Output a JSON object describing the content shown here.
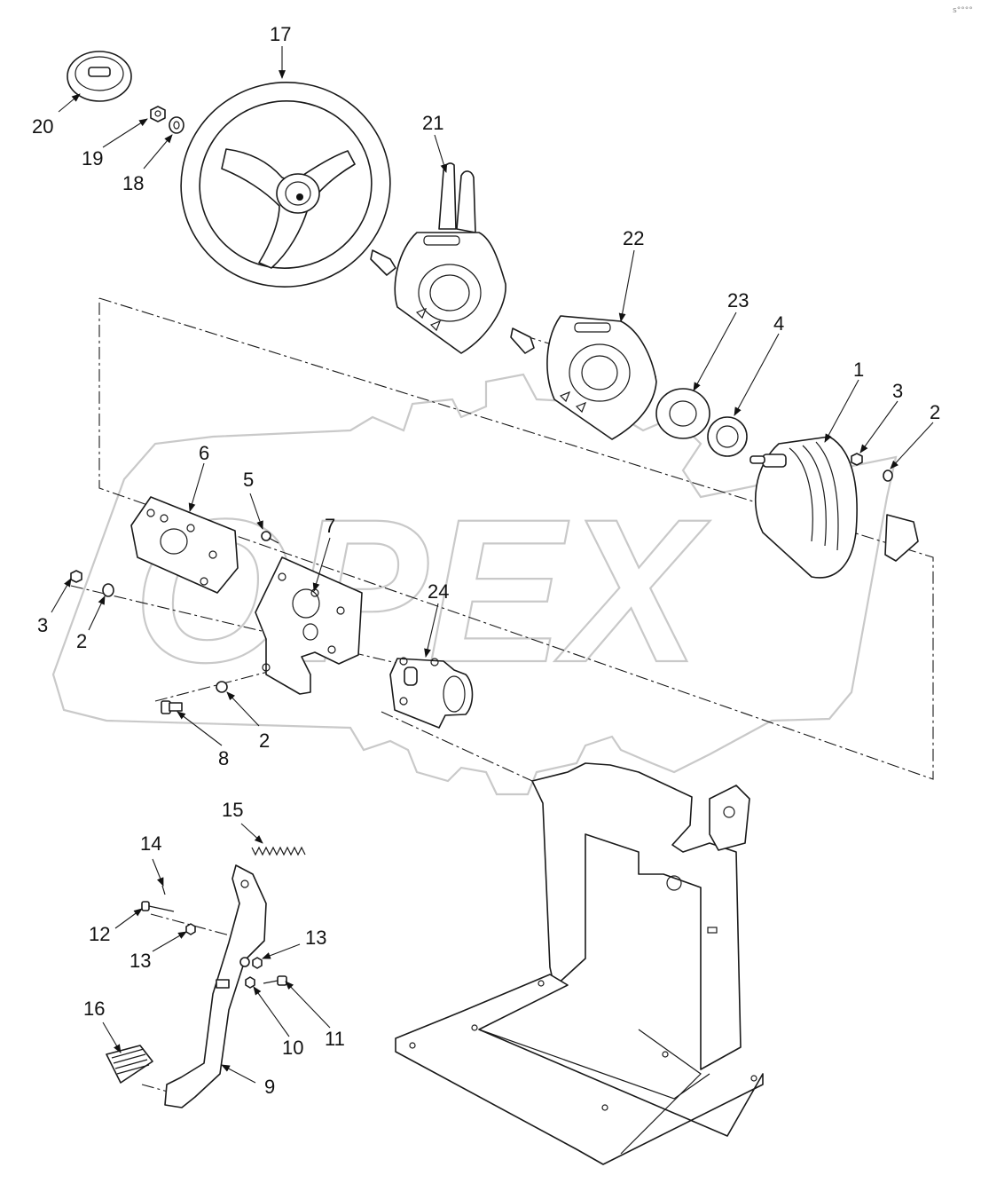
{
  "watermark": {
    "text": "OPEX"
  },
  "corner_mark": "s°°°°",
  "callouts": {
    "c17": "17",
    "c20": "20",
    "c19": "19",
    "c18": "18",
    "c21": "21",
    "c22": "22",
    "c23": "23",
    "c4": "4",
    "c1": "1",
    "c3_right": "3",
    "c2_right": "2",
    "c6": "6",
    "c5": "5",
    "c7": "7",
    "c3_left": "3",
    "c2_left": "2",
    "c24": "24",
    "c8": "8",
    "c2_bottom": "2",
    "c15": "15",
    "c14": "14",
    "c12": "12",
    "c13_left": "13",
    "c13_right": "13",
    "c16": "16",
    "c10": "10",
    "c11": "11",
    "c9": "9"
  },
  "parts": [
    {
      "id": "17",
      "icon": "steering-wheel-icon"
    },
    {
      "id": "20",
      "icon": "horn-cap-icon"
    },
    {
      "id": "21",
      "icon": "multifunction-switch-icon"
    },
    {
      "id": "22",
      "icon": "column-shroud-icon"
    },
    {
      "id": "1",
      "icon": "steering-column-icon"
    },
    {
      "id": "24",
      "icon": "steering-valve-icon"
    },
    {
      "id": "9",
      "icon": "brake-pedal-icon"
    },
    {
      "id": "16",
      "icon": "pedal-pad-icon"
    }
  ]
}
